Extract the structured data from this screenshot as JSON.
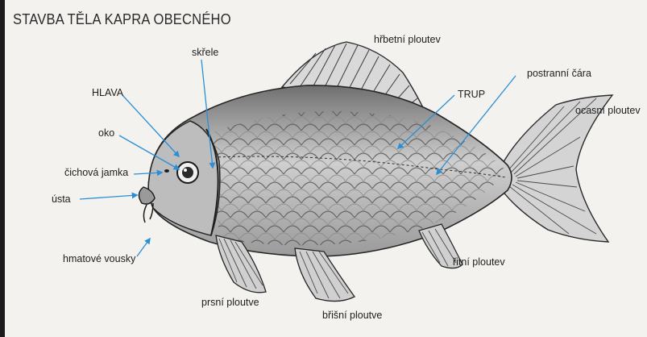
{
  "title": "STAVBA TĚLA KAPRA OBECNÉHO",
  "labels": {
    "hlava": "HLAVA",
    "skrele": "skřele",
    "hrbetni_ploutev": "hřbetní ploutev",
    "postranni_cara": "postranní čára",
    "trup": "TRUP",
    "ocasni_ploutev": "ocasní ploutev",
    "oko": "oko",
    "cichova_jamka": "čichová jamka",
    "usta": "ústa",
    "hmatove_vousky": "hmatové vousky",
    "prsni_ploutve": "prsní ploutve",
    "bricni_ploutve": "břišní ploutve",
    "ritni_ploutev": "řitní ploutev"
  },
  "colors": {
    "arrow": "#2a8fd6",
    "ink": "#1e1e1e",
    "paper": "#f4f2ef"
  }
}
